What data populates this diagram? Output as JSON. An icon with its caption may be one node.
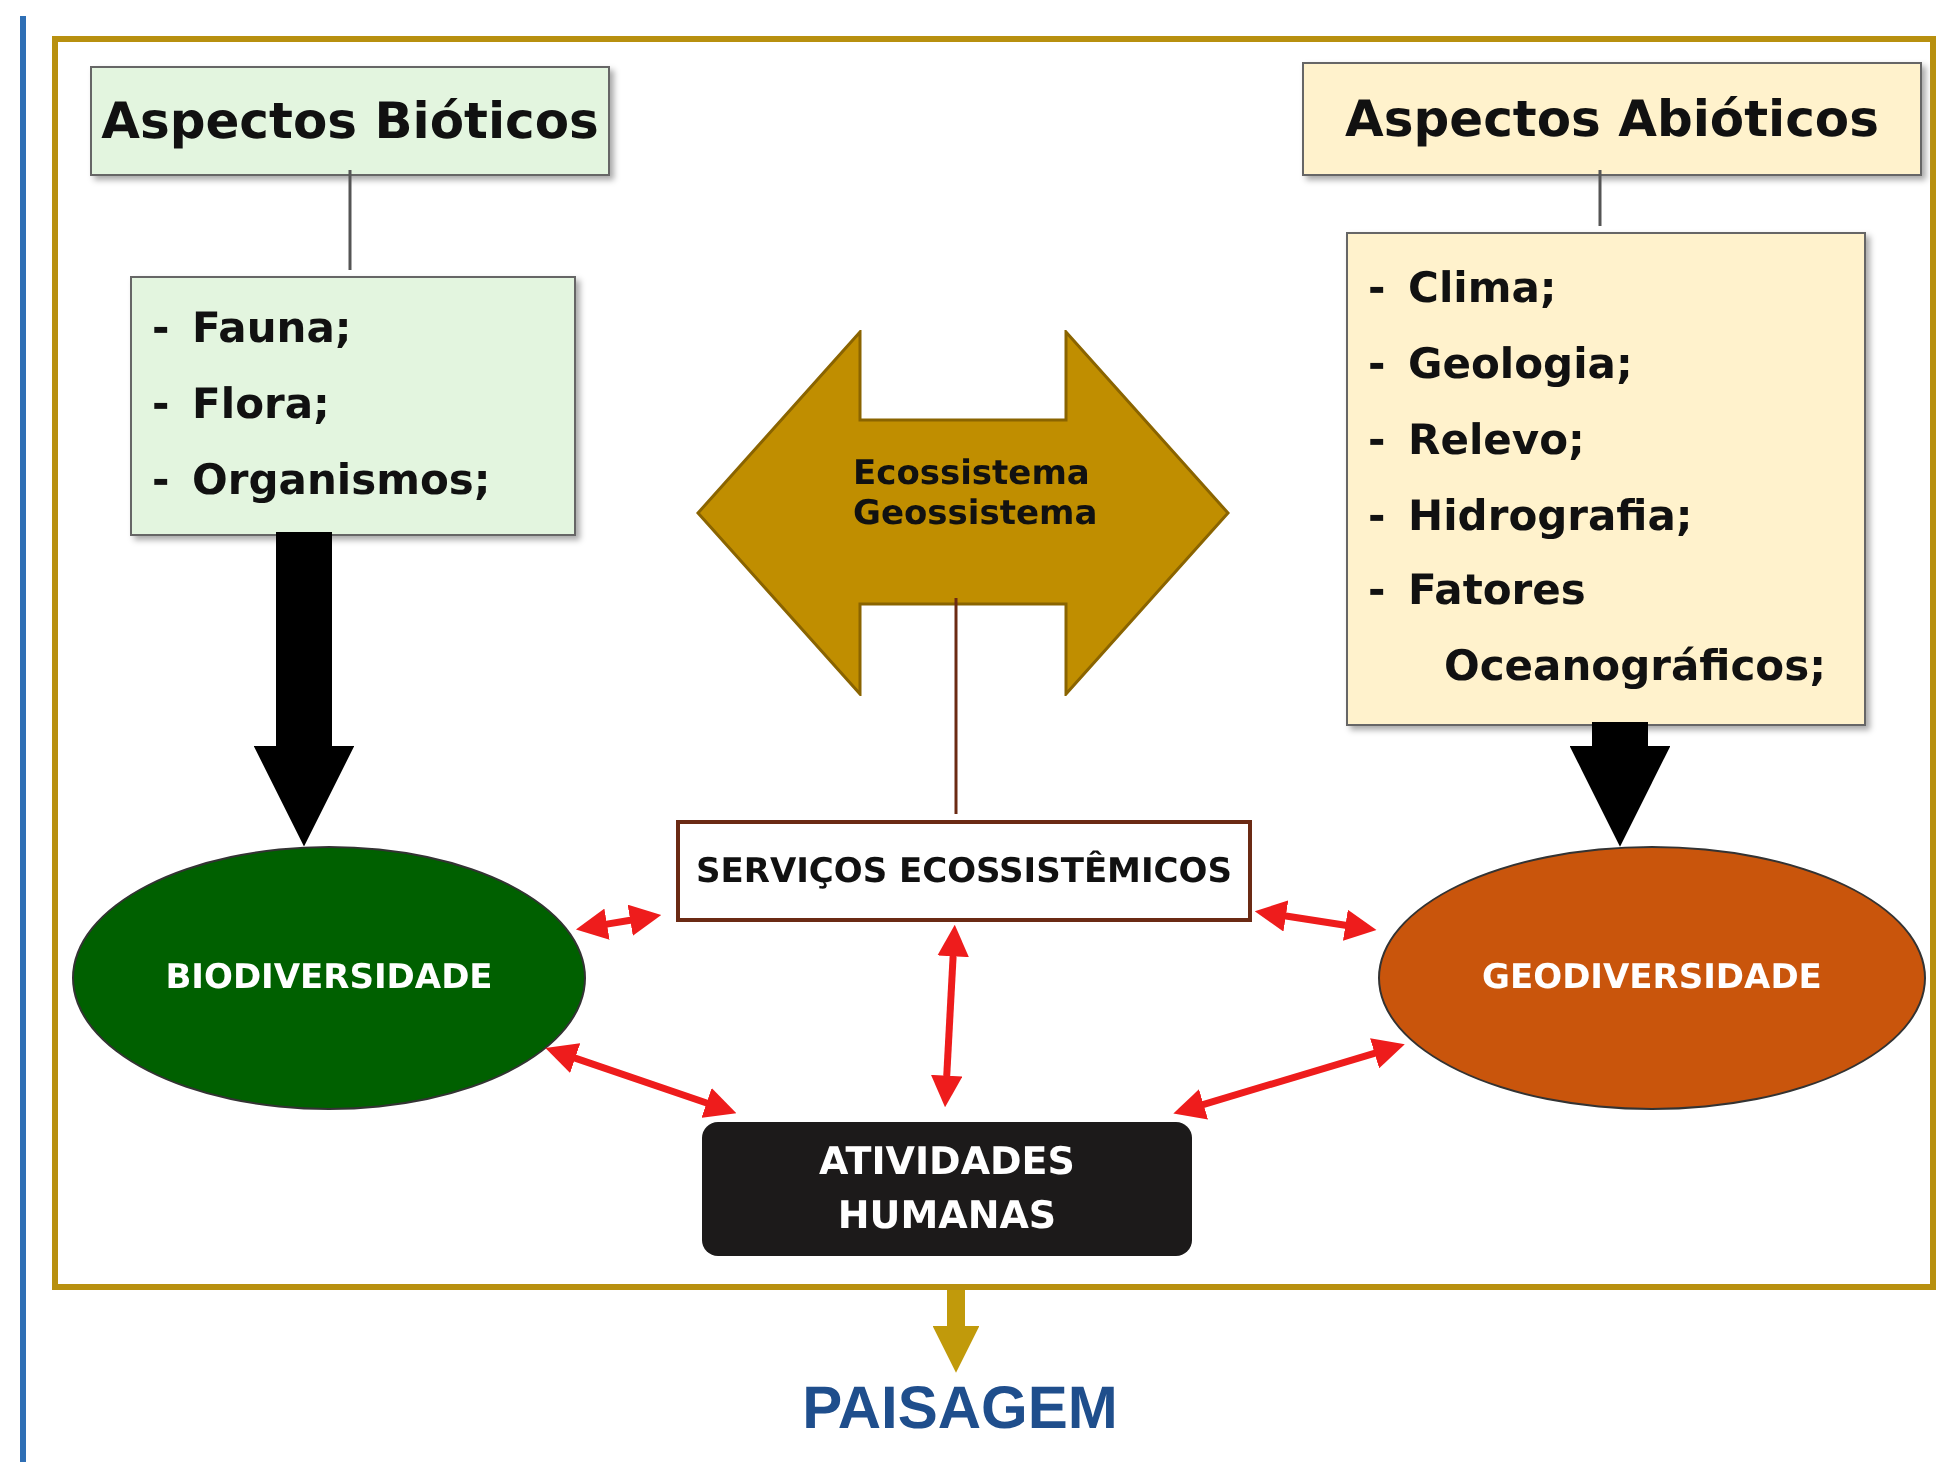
{
  "diagram": {
    "nodes": [
      {
        "text": [],
        "shape": "box"
      },
      {
        "text": [
          "Aspectos Bióticos"
        ],
        "in": 0
      },
      {
        "text": [
          "- Fauna;",
          "- Flora;",
          "- Organismos;"
        ],
        "in": 0
      },
      {
        "text": [
          "Aspectos Abióticos"
        ],
        "in": 0
      },
      {
        "text": [
          "- Clima;",
          "- Geologia;",
          "- Relevo;",
          "- Hidrografia;",
          "- Fatores Oceanográficos;"
        ],
        "in": 0
      },
      {
        "text": [
          "Ecossistema Geossistema"
        ],
        "in": 0
      },
      {
        "text": [
          "SERVIÇOS ECOSSISTÊMICOS"
        ],
        "in": 0
      },
      {
        "text": [
          "BIODIVERSIDADE"
        ],
        "in": 0
      },
      {
        "text": [
          "GEODIVERSIDADE"
        ],
        "in": 0
      },
      {
        "text": [
          "ATIVIDADES HUMANAS"
        ],
        "in": 0
      },
      {
        "text": [
          "PAISAGEM"
        ]
      }
    ],
    "edges": [
      {
        "from": 1,
        "to": 2,
        "arrow": "none",
        "color": "#555555"
      },
      {
        "from": 3,
        "to": 4,
        "arrow": "none",
        "color": "#555555"
      },
      {
        "from": 2,
        "to": 7,
        "arrow": "to",
        "style": "thick",
        "color": "#000000"
      },
      {
        "from": 4,
        "to": 8,
        "arrow": "to",
        "style": "thick",
        "color": "#000000"
      },
      {
        "from": 5,
        "to": 6,
        "arrow": "none",
        "color": "#6b2a14"
      },
      {
        "from": 6,
        "to": 7,
        "arrow": "both"
      },
      {
        "from": 6,
        "to": 8,
        "arrow": "both"
      },
      {
        "from": 6,
        "to": 9,
        "arrow": "both"
      },
      {
        "from": 7,
        "to": 9,
        "arrow": "both"
      },
      {
        "from": 8,
        "to": 9,
        "arrow": "both"
      },
      {
        "from": 0,
        "to": 10,
        "arrow": "to",
        "style": "thick",
        "color": "#c19a0b"
      }
    ]
  }
}
